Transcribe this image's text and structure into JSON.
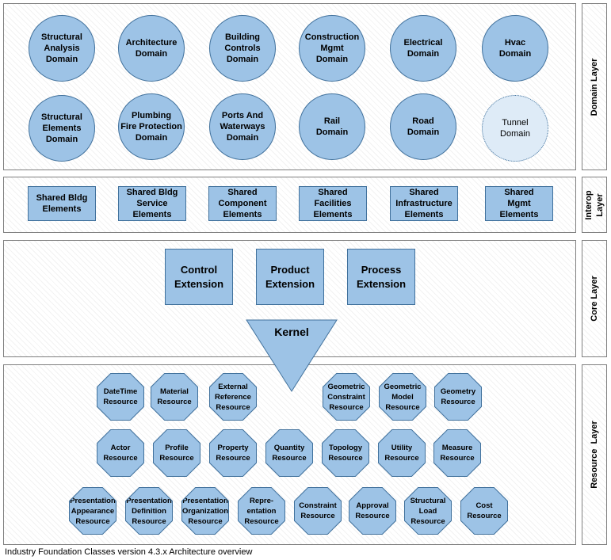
{
  "layers": {
    "domain": "Domain Layer",
    "interop": "Interop\nLayer",
    "core": "Core Layer",
    "resource": "Resource  Layer"
  },
  "domains": [
    "Structural\nAnalysis\nDomain",
    "Architecture\nDomain",
    "Building\nControls\nDomain",
    "Construction\nMgmt\nDomain",
    "Electrical\nDomain",
    "Hvac\nDomain",
    "Structural\nElements\nDomain",
    "Plumbing\nFire Protection\nDomain",
    "Ports And\nWaterways\nDomain",
    "Rail\nDomain",
    "Road\nDomain",
    "Tunnel\nDomain"
  ],
  "interop": [
    "Shared Bldg\nElements",
    "Shared Bldg\nService\nElements",
    "Shared\nComponent\nElements",
    "Shared\nFacilities\nElements",
    "Shared\nInfrastructure\nElements",
    "Shared\nMgmt\nElements"
  ],
  "core": {
    "extensions": [
      "Control\nExtension",
      "Product\nExtension",
      "Process\nExtension"
    ],
    "kernel": "Kernel"
  },
  "resources": [
    "DateTime\nResource",
    "Material\nResource",
    "External\nReference\nResource",
    "Geometric\nConstraint\nResource",
    "Geometric\nModel\nResource",
    "Geometry\nResource",
    "Actor\nResource",
    "Profile\nResource",
    "Property\nResource",
    "Quantity\nResource",
    "Topology\nResource",
    "Utility\nResource",
    "Measure\nResource",
    "Presentation\nAppearance\nResource",
    "Presentation\nDefinition\nResource",
    "Presentation\nOrganization\nResource",
    "Repre-\nentation\nResource",
    "Constraint\nResource",
    "Approval\nResource",
    "Structural\nLoad\nResource",
    "Cost\nResource"
  ],
  "caption": "Industry Foundation Classes version 4.3.x  Architecture overview",
  "colors": {
    "fill": "#9dc3e6",
    "stroke": "#41719c",
    "tunnel_fill": "#deebf7"
  }
}
